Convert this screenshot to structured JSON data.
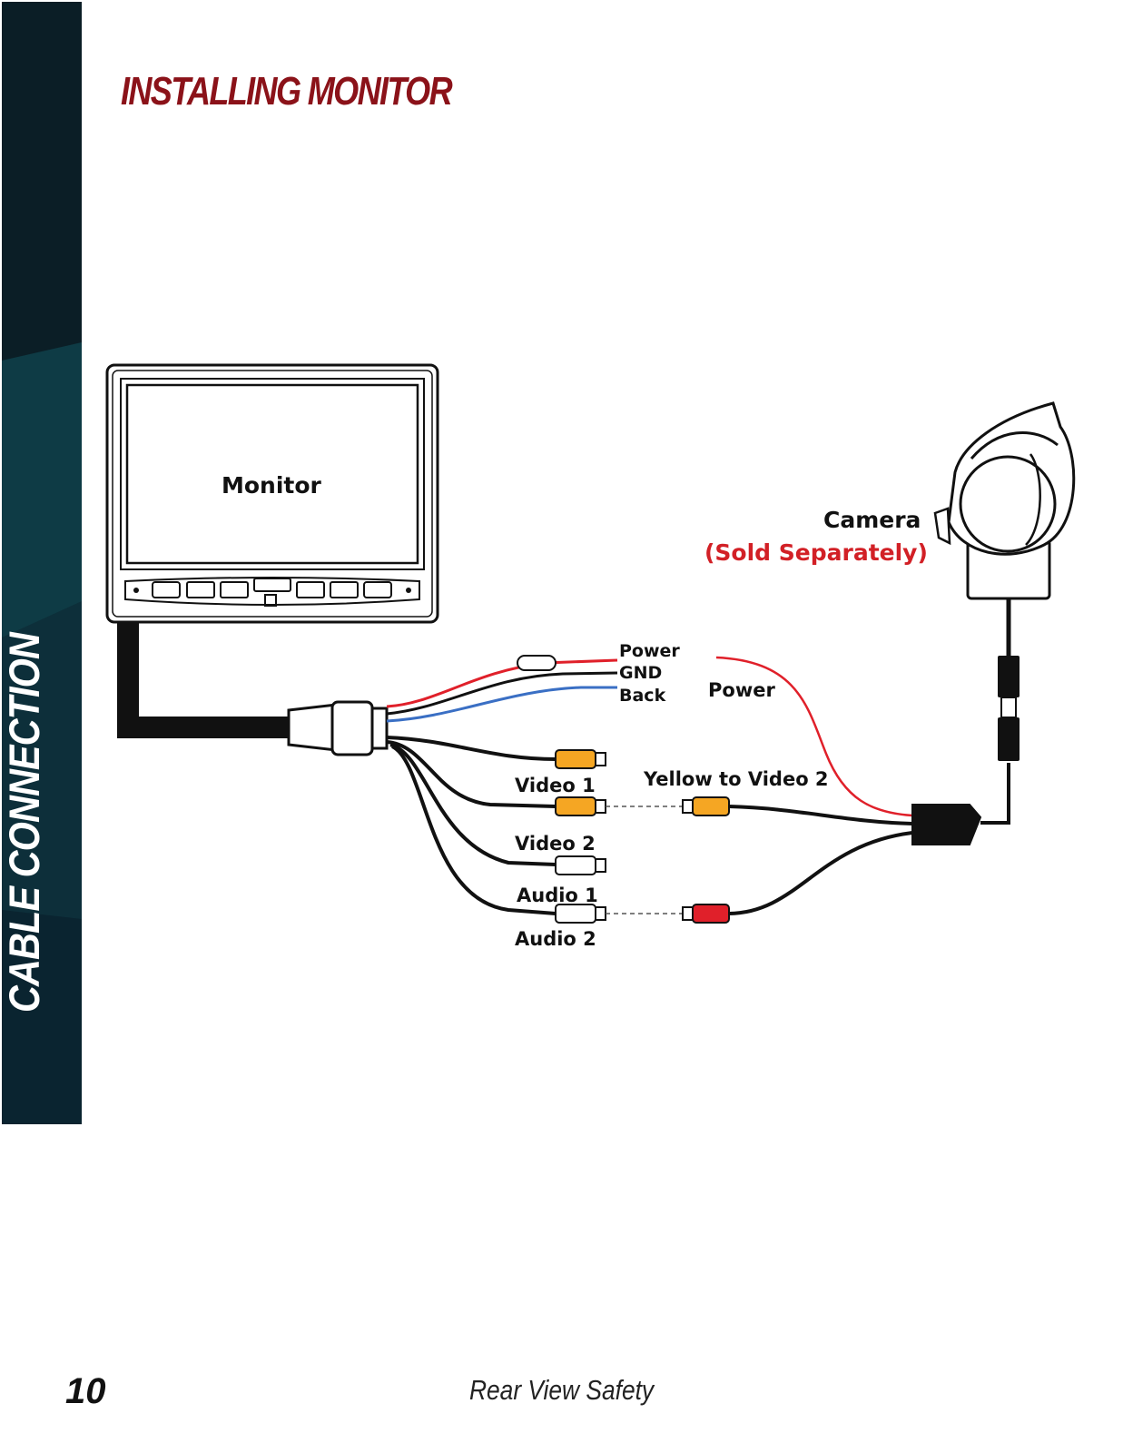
{
  "sidebar": {
    "label": "CABLE CONNECTION",
    "colors": [
      "#0b1e26",
      "#0e3b45",
      "#0f4a52"
    ]
  },
  "page": {
    "title": "INSTALLING MONITOR",
    "title_color": "#8b1219"
  },
  "diagram": {
    "monitor_label": "Monitor",
    "camera_label": "Camera",
    "camera_note": "(Sold Separately)",
    "wire_labels": {
      "power": "Power",
      "gnd": "GND",
      "back": "Back"
    },
    "camera_power_label": "Power",
    "yellow_note": "Yellow to Video 2",
    "connector_labels": {
      "video1": "Video 1",
      "video2": "Video 2",
      "audio1": "Audio 1",
      "audio2": "Audio 2"
    },
    "colors": {
      "power_wire": "#e0202a",
      "back_wire": "#3a6fc4",
      "yellow_plug": "#f5a623",
      "red_plug": "#e0202a"
    }
  },
  "footer": {
    "page_number": "10",
    "brand": "Rear View Safety"
  }
}
